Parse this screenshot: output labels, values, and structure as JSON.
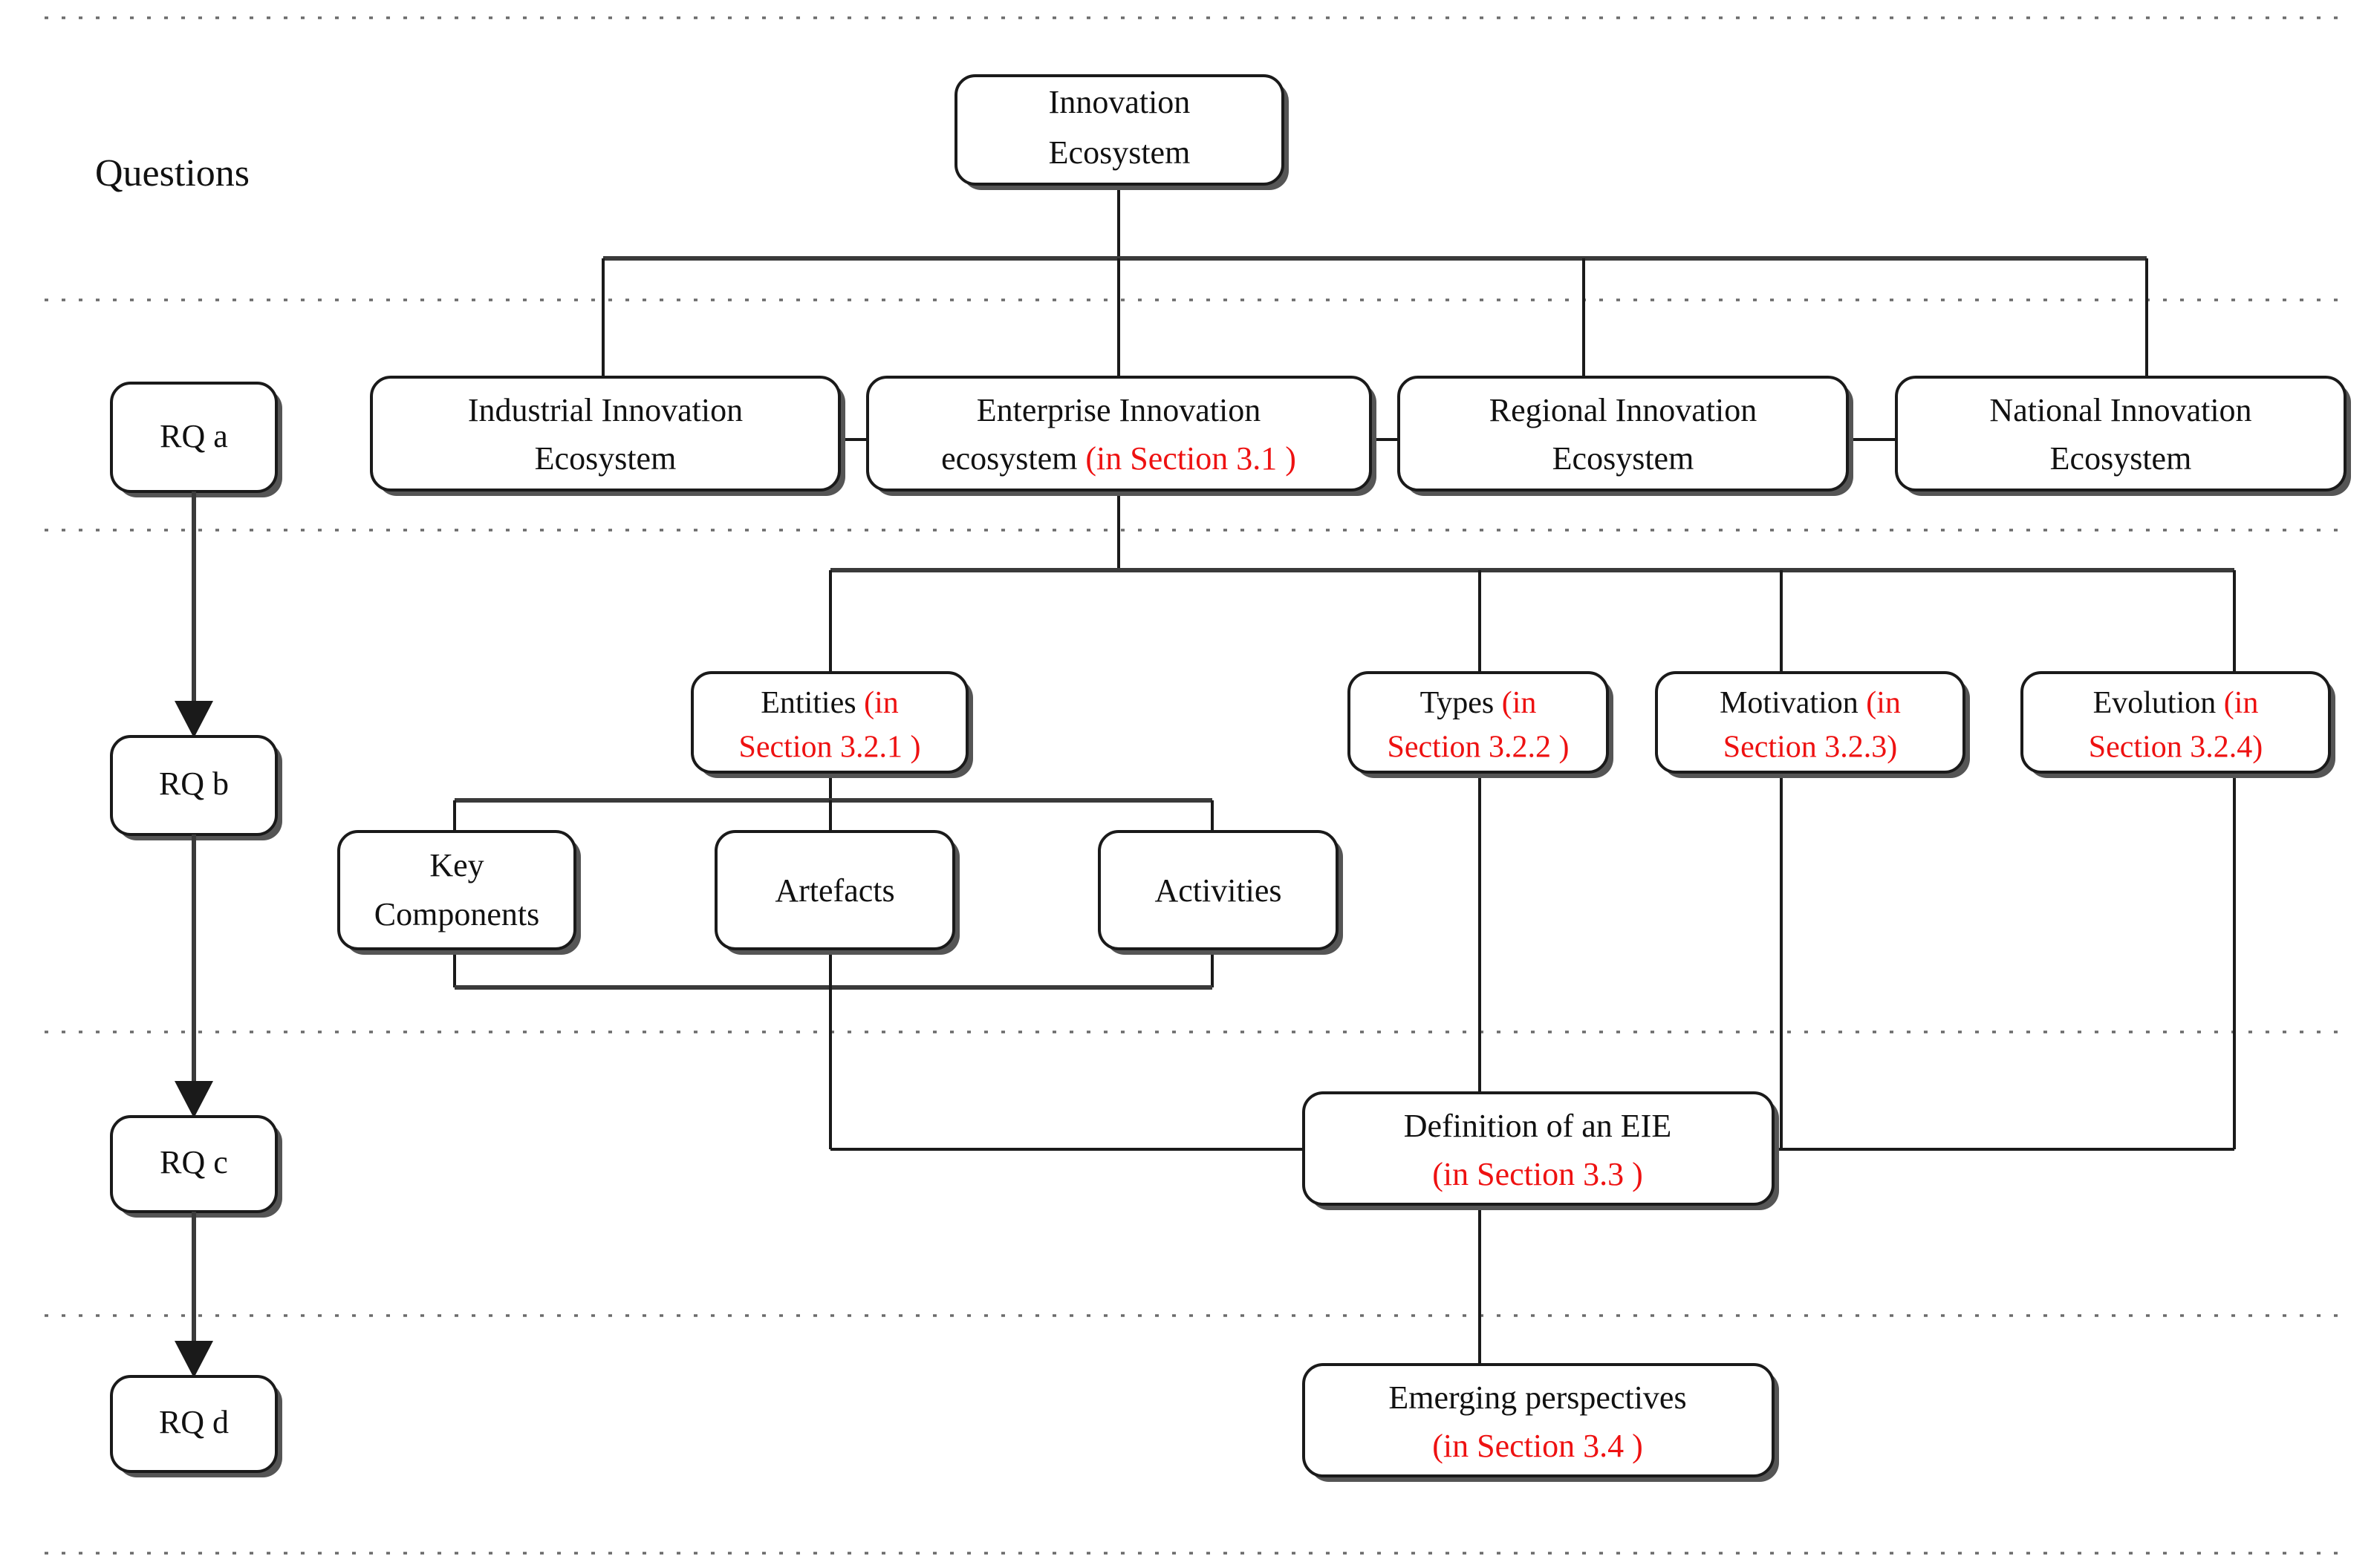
{
  "diagram": {
    "title_label": "Questions",
    "accent_red": "#ee1111",
    "line_color": "#1a1a1a",
    "separator_color": "#6b6b6b",
    "background": "#ffffff"
  },
  "questions_column": {
    "heading": "Questions",
    "items": [
      {
        "id": "rq-a",
        "label": "RQ a"
      },
      {
        "id": "rq-b",
        "label": "RQ b"
      },
      {
        "id": "rq-c",
        "label": "RQ c"
      },
      {
        "id": "rq-d",
        "label": "RQ d"
      }
    ]
  },
  "nodes": {
    "root": {
      "line1": "Innovation",
      "line2": "Ecosystem"
    },
    "level1": [
      {
        "id": "industrial",
        "line1": "Industrial Innovation",
        "line2": "Ecosystem",
        "line2_red": ""
      },
      {
        "id": "enterprise",
        "line1": "Enterprise Innovation",
        "line2": "ecosystem ",
        "line2_red": "(in Section 3.1 )"
      },
      {
        "id": "regional",
        "line1": "Regional Innovation",
        "line2": "Ecosystem",
        "line2_red": ""
      },
      {
        "id": "national",
        "line1": "National Innovation",
        "line2": "Ecosystem",
        "line2_red": ""
      }
    ],
    "level2": [
      {
        "id": "entities",
        "line1": "Entities ",
        "line1_red": "(in",
        "line2_red": "Section 3.2.1 )"
      },
      {
        "id": "types",
        "line1": "Types ",
        "line1_red": "(in",
        "line2_red": "Section 3.2.2 )"
      },
      {
        "id": "motivation",
        "line1": "Motivation ",
        "line1_red": "(in",
        "line2_red": "Section 3.2.3)"
      },
      {
        "id": "evolution",
        "line1": "Evolution ",
        "line1_red": "(in",
        "line2_red": "Section 3.2.4)"
      }
    ],
    "level3": [
      {
        "id": "key-components",
        "line1": "Key",
        "line2": "Components"
      },
      {
        "id": "artefacts",
        "line1": "Artefacts",
        "line2": ""
      },
      {
        "id": "activities",
        "line1": "Activities",
        "line2": ""
      }
    ],
    "definition": {
      "id": "definition-eie",
      "line1": "Definition of an EIE",
      "line2_red": "(in Section 3.3 )"
    },
    "emerging": {
      "id": "emerging-perspectives",
      "line1": "Emerging perspectives",
      "line2_red": "(in Section 3.4 )"
    }
  }
}
